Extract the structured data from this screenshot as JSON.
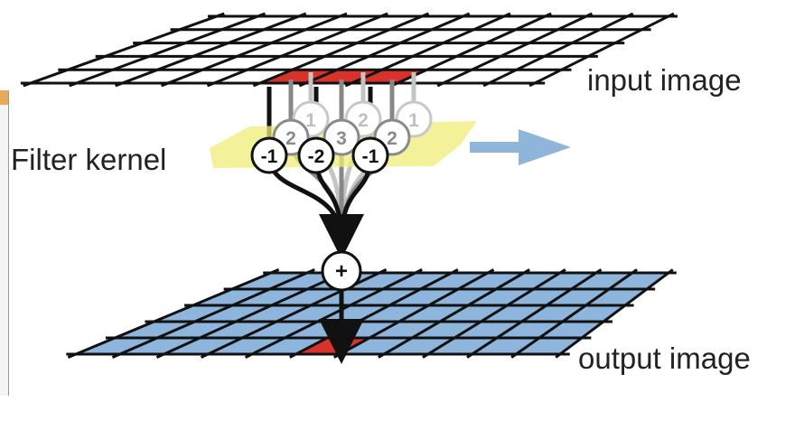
{
  "labels": {
    "input_image": "input image",
    "output_image": "output image",
    "filter_kernel": "Filter kernel"
  },
  "kernel": {
    "front_row": [
      "-1",
      "-2",
      "-1"
    ],
    "back_row_1": [
      "1",
      "2",
      "1"
    ],
    "back_row_2": [
      "2",
      "3",
      "2"
    ],
    "sum_symbol": "+"
  },
  "colors": {
    "input_highlight": "#d8332b",
    "output_grid_fill": "#8eb6dc",
    "output_highlight": "#d8332b",
    "kernel_plane": "#f0ec7a",
    "direction_arrow": "#8fb5db",
    "lines": "#111111"
  },
  "icons": {
    "direction_arrow": "right-arrow-icon",
    "sum_node": "plus-icon"
  }
}
